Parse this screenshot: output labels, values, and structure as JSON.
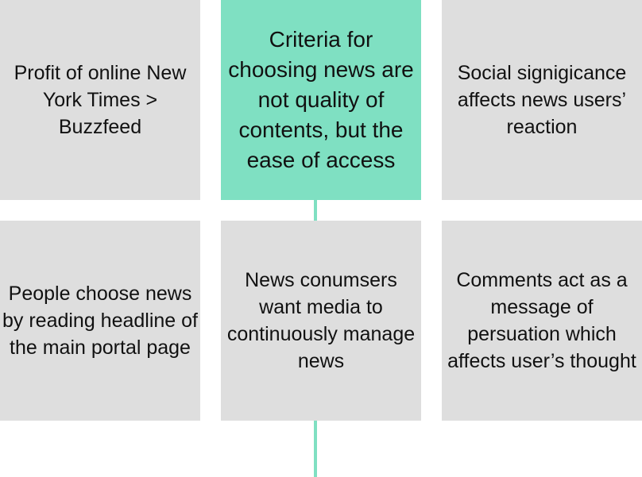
{
  "colors": {
    "card_background": "#dedede",
    "highlight_background": "#7fe0c2",
    "connector": "#7fe0c2",
    "text": "#111111"
  },
  "cards": [
    {
      "id": "online-profit",
      "text": "Profit of online New York Times > Buzzfeed",
      "highlighted": false
    },
    {
      "id": "criteria",
      "text": "Criteria for choosing news are not quality of contents, but the ease of access",
      "highlighted": true
    },
    {
      "id": "social-significance",
      "text": "Social signigicance affects news users’ reaction",
      "highlighted": false
    },
    {
      "id": "headline-reading",
      "text": "People choose news by reading headline of the main portal page",
      "highlighted": false
    },
    {
      "id": "media-management",
      "text": "News conumsers want media to continuously manage news",
      "highlighted": false
    },
    {
      "id": "comments-persuasion",
      "text": "Comments act as a message of persuation which affects user’s thought",
      "highlighted": false
    }
  ]
}
